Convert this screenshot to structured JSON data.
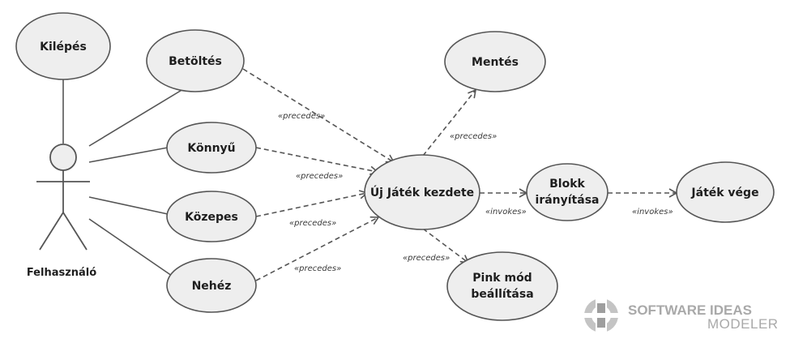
{
  "diagram": {
    "actor": {
      "name": "Felhasználó"
    },
    "use_cases": {
      "kilepes": "Kilépés",
      "betoltes": "Betöltés",
      "konnyu": "Könnyű",
      "kozepes": "Közepes",
      "nehez": "Nehéz",
      "uj_jatek": "Új Játék kezdete",
      "mentes": "Mentés",
      "blokk_line1": "Blokk",
      "blokk_line2": "irányítása",
      "jatek_vege": "Játék vége",
      "pink_line1": "Pink mód",
      "pink_line2": "beállítása"
    },
    "relations": {
      "betoltes_precedes": "«precedes»",
      "konnyu_precedes": "«precedes»",
      "kozepes_precedes": "«precedes»",
      "nehez_precedes": "«precedes»",
      "mentes_precedes": "«precedes»",
      "pink_precedes": "«precedes»",
      "blokk_invokes": "«invokes»",
      "jatek_vege_invokes": "«invokes»"
    },
    "colors": {
      "use_case_fill": "#eeeeee",
      "stroke": "#555555",
      "watermark": "#a9a9a9"
    }
  },
  "watermark": {
    "brand": "SOFTWARE IDEAS",
    "sub": "MODELER"
  }
}
